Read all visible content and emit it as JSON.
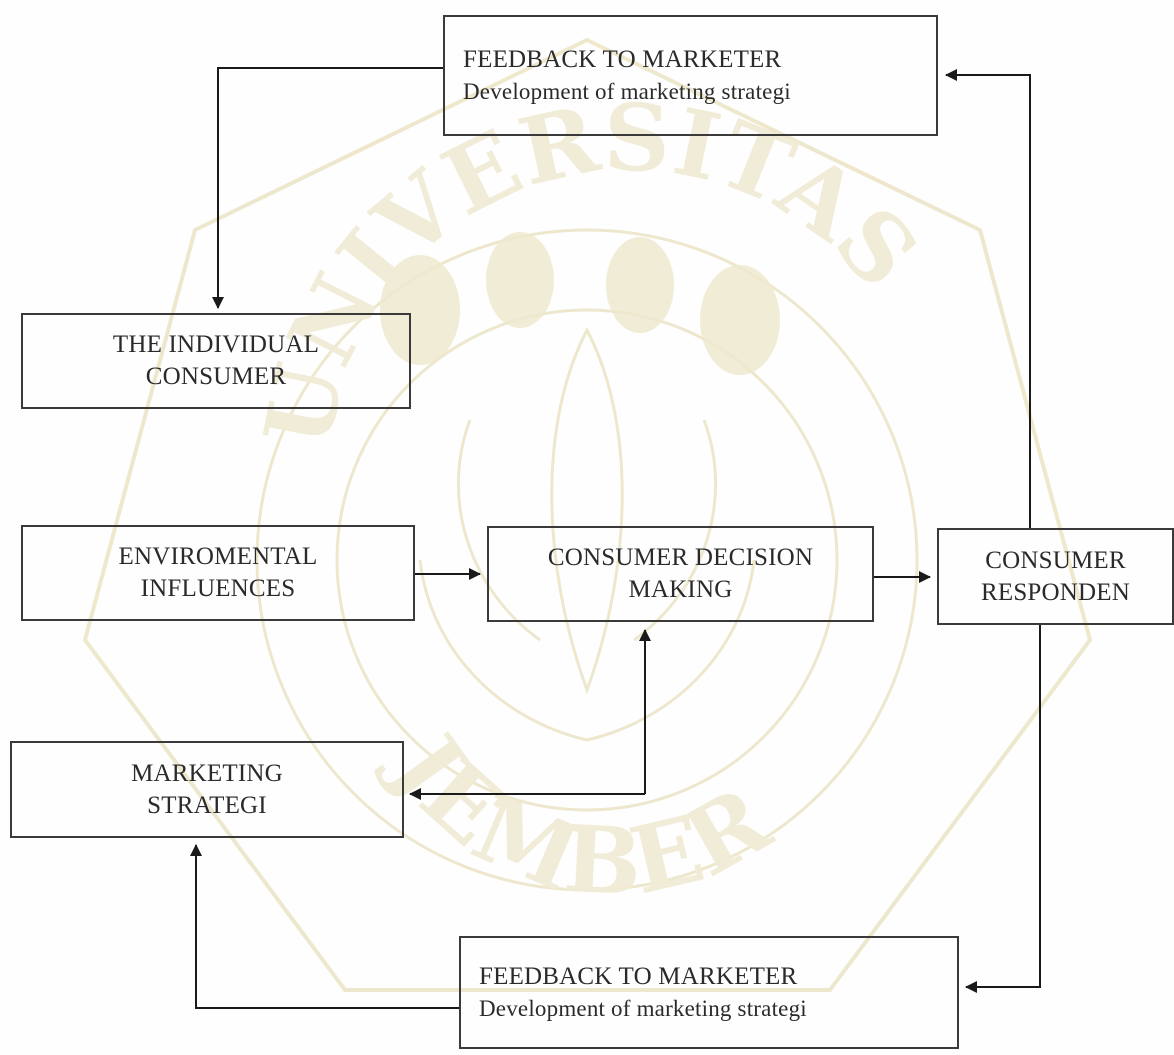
{
  "diagram": {
    "colors": {
      "line": "#1a1a1a",
      "box_border": "#3a3a3a",
      "text": "#2a2a2a",
      "watermark": "#ece6c8"
    },
    "watermark": {
      "arc_top": "UNIVERSITAS",
      "arc_bottom": "JEMBER"
    },
    "nodes": {
      "feedback_top": {
        "line1": "FEEDBACK TO MARKETER",
        "line2": "Development of marketing strategi"
      },
      "individual_consumer": {
        "line1": "THE INDIVIDUAL",
        "line2": "CONSUMER"
      },
      "environmental_influences": {
        "line1": "ENVIROMENTAL",
        "line2": "INFLUENCES"
      },
      "consumer_decision_making": {
        "line1": "CONSUMER DECISION",
        "line2": "MAKING"
      },
      "consumer_responden": {
        "line1": "CONSUMER",
        "line2": "RESPONDEN"
      },
      "marketing_strategi": {
        "line1": "MARKETING",
        "line2": "STRATEGI"
      },
      "feedback_bottom": {
        "line1": "FEEDBACK TO MARKETER",
        "line2": "Development of marketing strategi"
      }
    },
    "edges": [
      {
        "from": "feedback_top",
        "to": "individual_consumer"
      },
      {
        "from": "environmental_influences",
        "to": "consumer_decision_making"
      },
      {
        "from": "consumer_decision_making",
        "to": "consumer_responden"
      },
      {
        "from": "consumer_responden",
        "to": "feedback_top"
      },
      {
        "from": "consumer_responden",
        "to": "feedback_bottom"
      },
      {
        "from": "marketing_strategi",
        "to": "consumer_decision_making"
      },
      {
        "from": "consumer_decision_making",
        "to": "marketing_strategi"
      },
      {
        "from": "feedback_bottom",
        "to": "marketing_strategi"
      }
    ]
  }
}
